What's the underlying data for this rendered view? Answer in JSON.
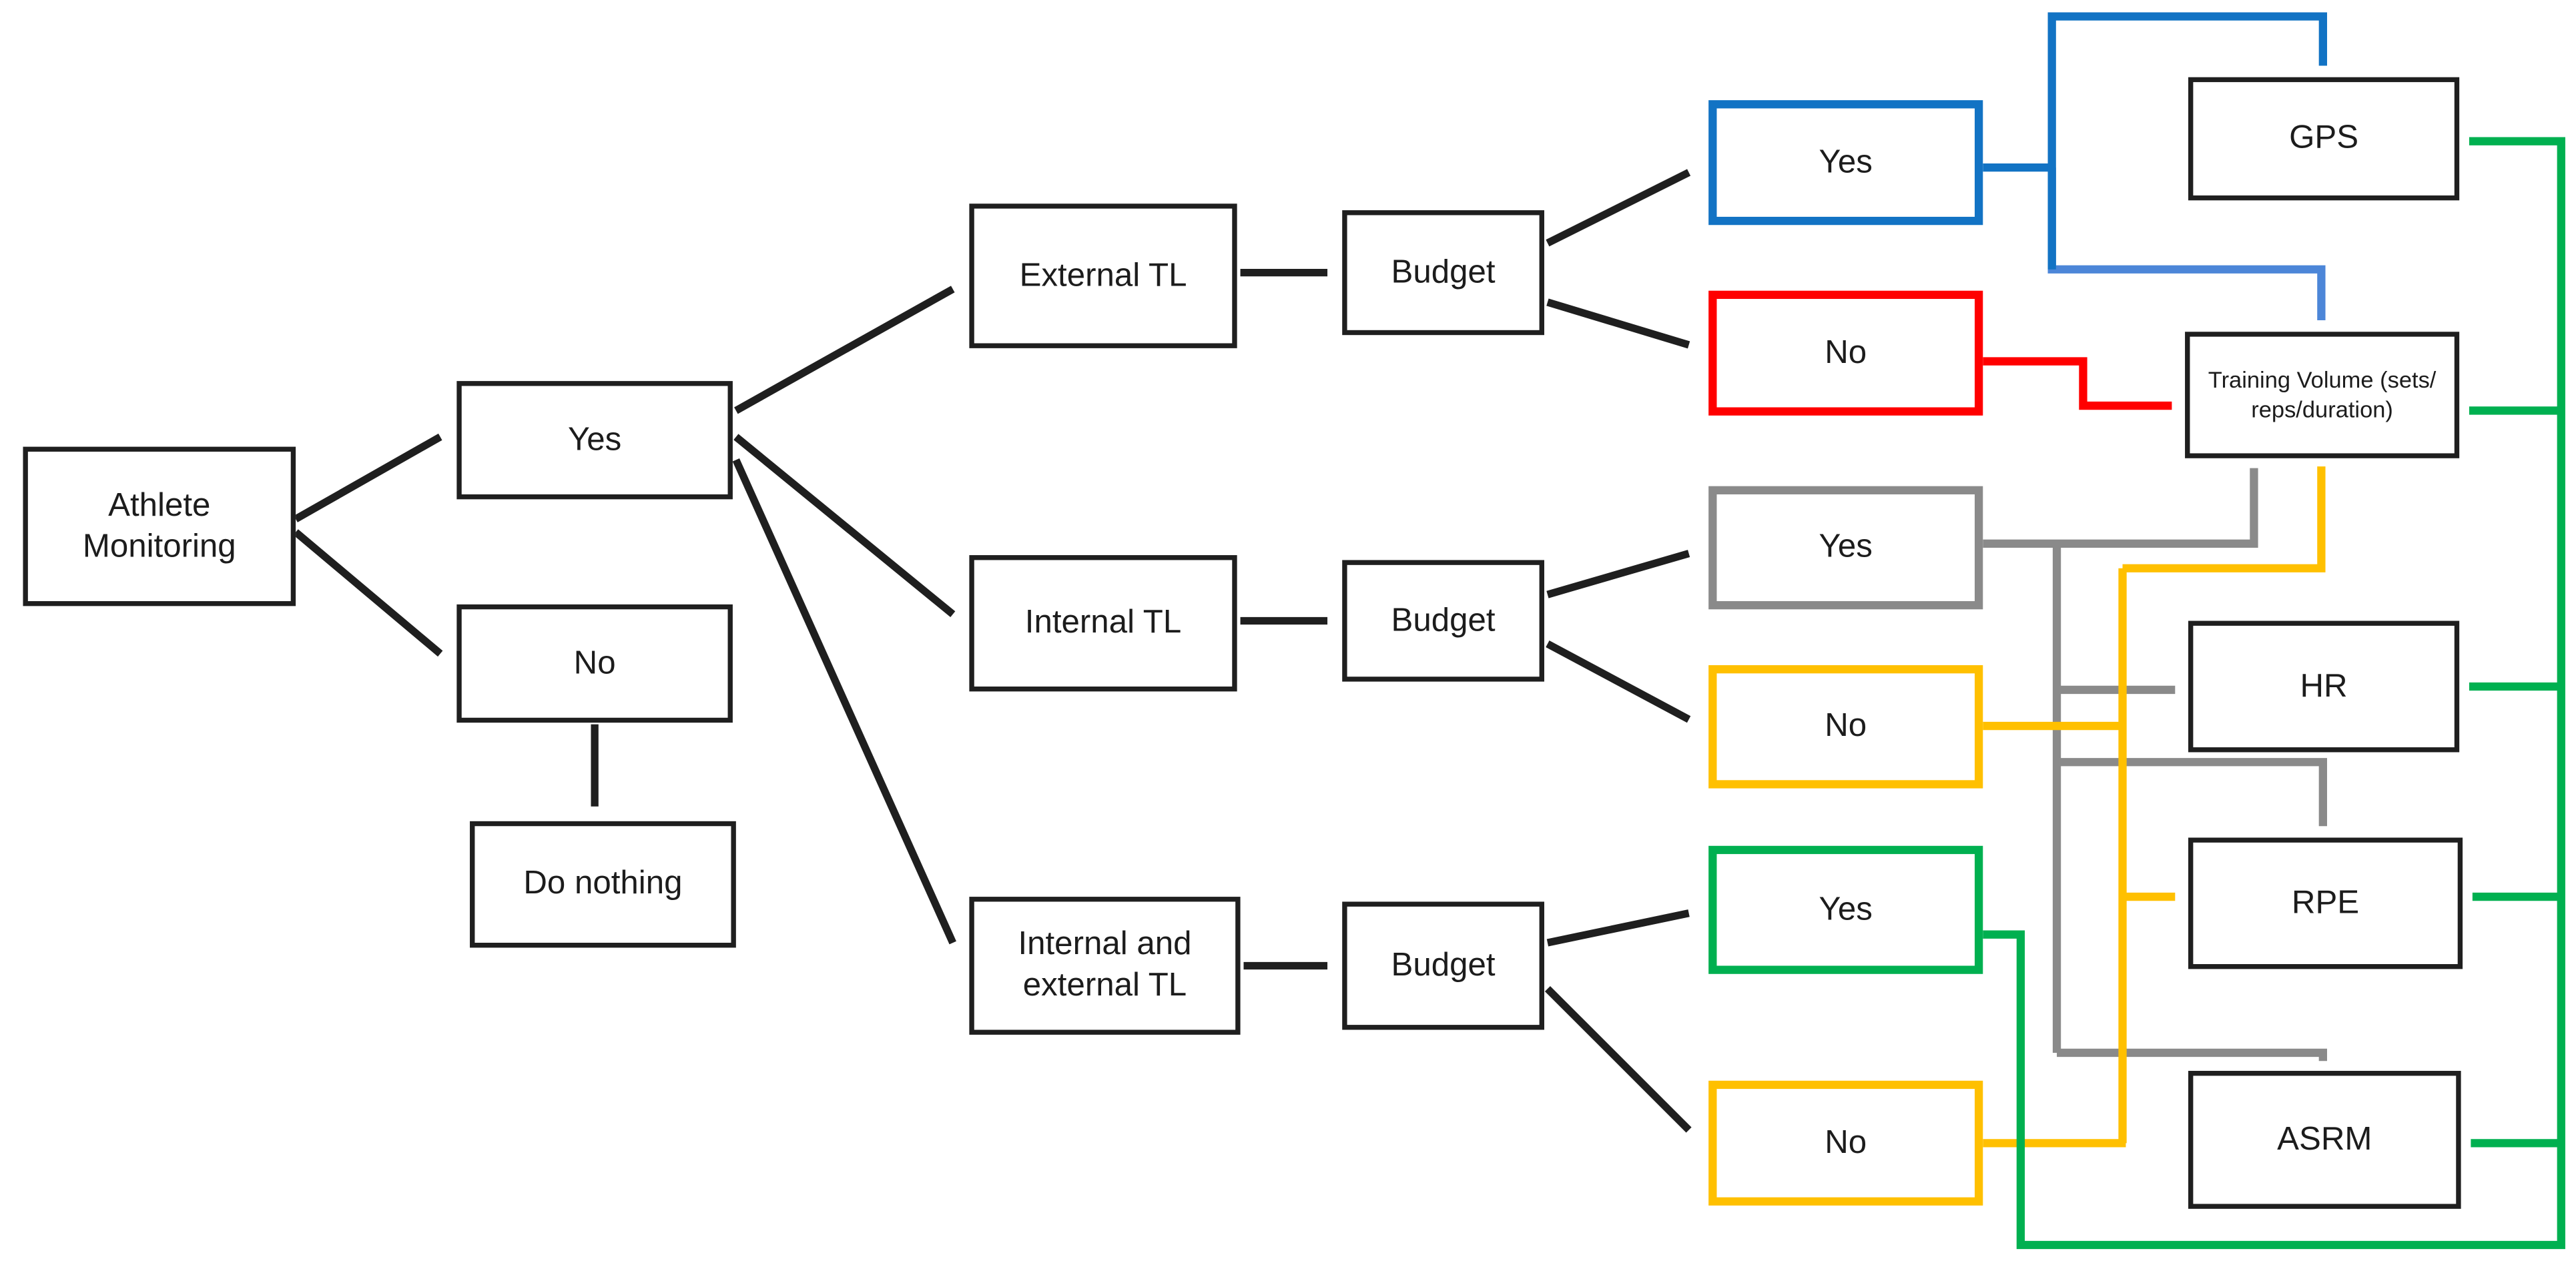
{
  "colors": {
    "black": "#1f1f1f",
    "blue": "#1273C4",
    "blue_light": "#4C86D8",
    "red": "#FF0000",
    "gray": "#8a8a8a",
    "yellow": "#FFC000",
    "green": "#00B050"
  },
  "nodes": {
    "athlete_monitoring": {
      "label": "Athlete Monitoring"
    },
    "monitor_yes": {
      "label": "Yes"
    },
    "monitor_no": {
      "label": "No"
    },
    "do_nothing": {
      "label": "Do nothing"
    },
    "external_tl": {
      "label": "External TL"
    },
    "external_budget": {
      "label": "Budget"
    },
    "internal_tl": {
      "label": "Internal TL"
    },
    "internal_budget": {
      "label": "Budget"
    },
    "internal_external_tl": {
      "label": "Internal and external TL"
    },
    "internal_external_budget": {
      "label": "Budget"
    },
    "external_budget_yes": {
      "label": "Yes"
    },
    "external_budget_no": {
      "label": "No"
    },
    "internal_budget_yes": {
      "label": "Yes"
    },
    "internal_budget_no": {
      "label": "No"
    },
    "internal_external_budget_yes": {
      "label": "Yes"
    },
    "internal_external_budget_no": {
      "label": "No"
    },
    "gps": {
      "label": "GPS"
    },
    "training_volume": {
      "label": "Training Volume (sets/reps/duration)"
    },
    "hr": {
      "label": "HR"
    },
    "rpe": {
      "label": "RPE"
    },
    "asrm": {
      "label": "ASRM"
    }
  }
}
